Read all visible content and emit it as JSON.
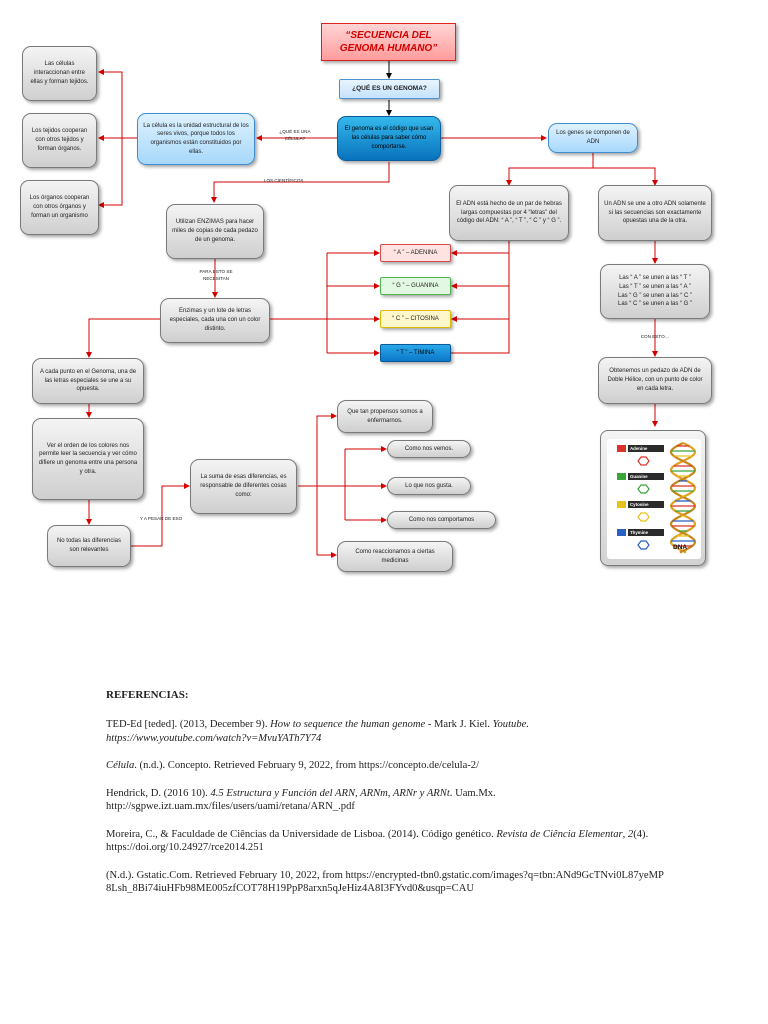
{
  "title": "“SECUENCIA DEL GENOMA HUMANO”",
  "question": "¿QUÉ ES UN GENOMA?",
  "nodes": {
    "genoma": "El genoma es el código que usan las células para saber cómo comportarse.",
    "celula": "La célula es la unidad estructural de los seres vivos, porque todos los organismos están constituidos por ellas.",
    "celulas_interaccionan": "Las células interaccionan entre ellas y forman tejidos.",
    "tejidos": "Los tejidos cooperan con otros tejidos y forman órganos.",
    "organos": "Los órganos cooperan con otros órganos y forman un organismo",
    "genes": "Los genes se componen de ADN",
    "adn_par": "El ADN está hecho de un par de hebras largas compuestas por 4 “letras” del código del ADN: “ A ”, “ T ”, “ C ” y “ G ”.",
    "adn_une": "Un ADN se une a otro ADN solamente si las secuencias son exactamente opuestas una de la otra.",
    "enzimas_copias": "Utilizan ENZIMAS para hacer miles de copias de cada pedazo de un genoma.",
    "enzimas_letras": "Enzimas y un lote de letras especiales, cada una con un color distinto.",
    "adenina": "“ A ” – ADENINA",
    "guanina": "“ G ” – GUANINA",
    "citosina": "“ C ” – CITOSINA",
    "timina": "“ T ” – TIMINA",
    "pares": [
      "Las “ A ” se unen a las “ T ”",
      "Las “ T ” se unen a las “ A ”",
      "Las “ G ” se unen a las “ C ”",
      "Las “ C ” se unen a las “ G ”"
    ],
    "obtenemos": "Obtenemos un pedazo de ADN de Doble Hélice, con un punto de color en cada letra.",
    "cada_punto": "A cada punto en el Genoma, una de las letras especiales se une a su opuesta.",
    "ver_orden": "Ver el orden de los colores nos permite leer la secuencia y ver cómo difiere un genoma entre una persona y otra.",
    "no_todas": "No todas las diferencias son relevantes",
    "suma": "La suma de esas diferencias, es responsable de diferentes cosas como:",
    "propensos": "Que tan propensos somos a enfermarnos.",
    "vemos": "Como nos vemos.",
    "gusta": "Lo que nos gusta.",
    "comportamos": "Como nos comportamos",
    "reaccionamos": "Como reaccionamos a ciertas medicinas"
  },
  "labels": {
    "que_es_celula": "¿QUÉ ES UNA CÉLULA?",
    "los_cientificos": "LOS CIENTÍFICOS…",
    "para_esto": "PARA ESTO SE NECESITAN",
    "con_esto": "CON ESTO…",
    "y_a_pesar": "Y A PESAR DE ESO"
  },
  "dna_image": {
    "keys": [
      "Adenine",
      "Guanine",
      "Cytosine",
      "Thymine"
    ],
    "caption": "DNA",
    "colors": {
      "adenine": "#d9342b",
      "guanine": "#3aa53a",
      "cytosine": "#e8c21c",
      "thymine": "#2a5fc4"
    }
  },
  "references": {
    "heading": "REFERENCIAS:",
    "r1": {
      "a": "TED-Ed [teded]. (2013, December 9). ",
      "b": "How to sequence the human genome",
      "c": " - Mark J. Kiel. ",
      "d": "Youtube. https://www.youtube.com/watch?v=MvuYATh7Y74"
    },
    "r2": {
      "a": "Célula",
      "b": ". (n.d.). Concepto. Retrieved February 9, 2022, from https://concepto.de/celula-2/"
    },
    "r3": {
      "a": "Hendrick, D. (2016 10). ",
      "b": "4.5 Estructura y Función del ARN, ARNm, ARNr y ARNt",
      "c": ". Uam.Mx. http://sgpwe.izt.uam.mx/files/users/uami/retana/ARN_.pdf"
    },
    "r4": {
      "a": "Moreira, C., & Faculdade de Ciências da Universidade de Lisboa. (2014). Código genético. ",
      "b": "Revista de Ciência Elementar",
      "c": ", ",
      "d": "2",
      "e": "(4). https://doi.org/10.24927/rce2014.251"
    },
    "r5": {
      "a": "(N.d.). Gstatic.Com. Retrieved February 10, 2022, from https://encrypted-tbn0.gstatic.com/images?q=tbn:ANd9GcTNvi0L87yeMP8Lsh_8Bi74iuHFb98ME005zfCOT78H19PpP8arxn5qJeHiz4A8I3FYvd0&usqp=CAU"
    }
  }
}
